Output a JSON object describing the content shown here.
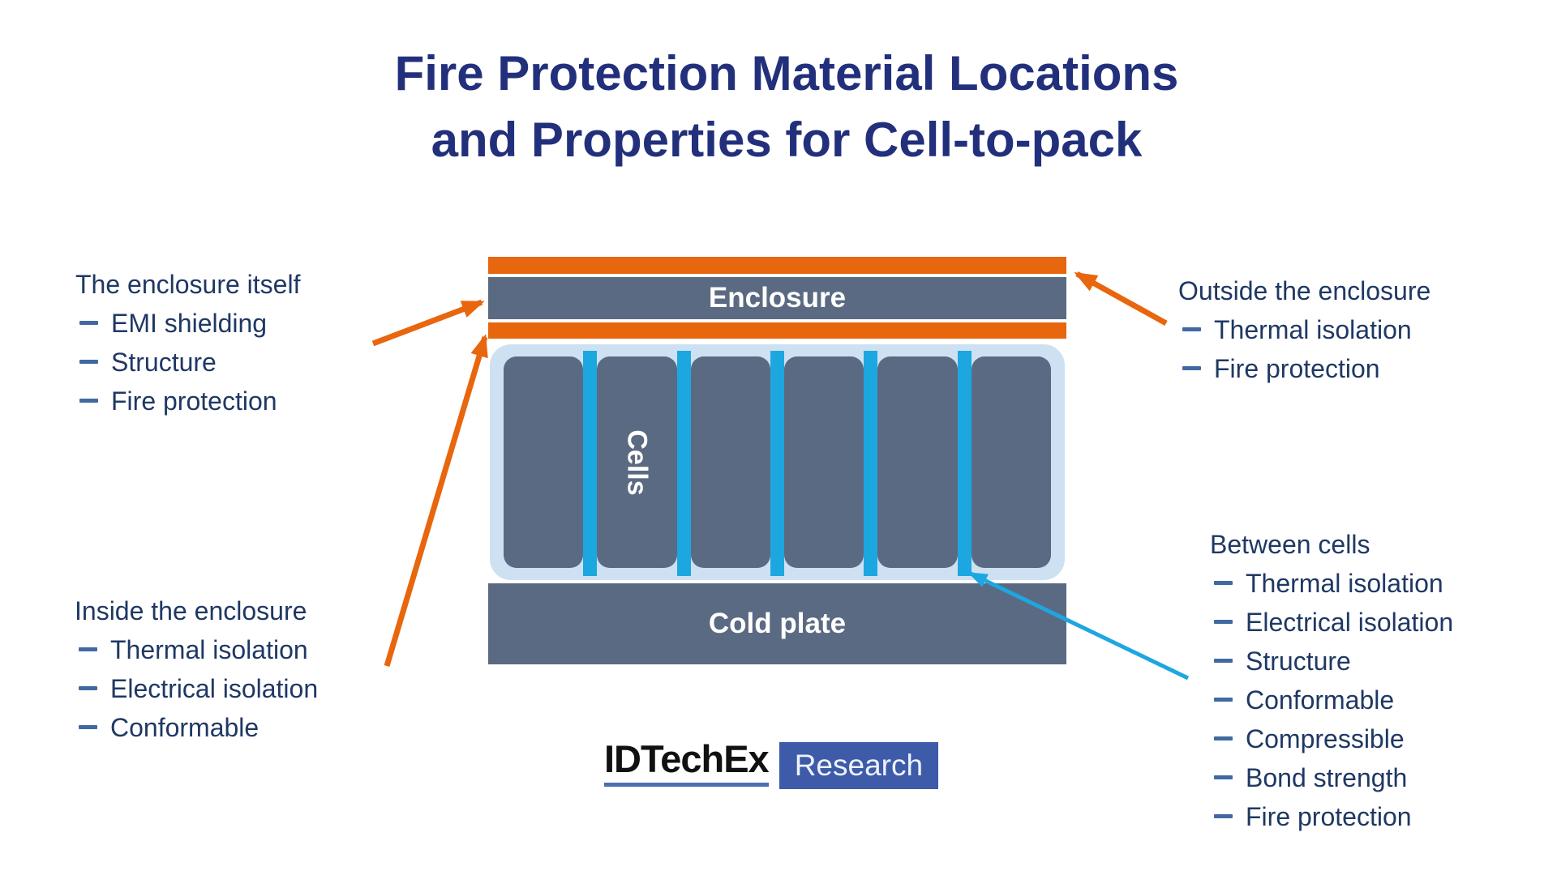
{
  "title": {
    "line1": "Fire Protection Material Locations",
    "line2": "and Properties for Cell-to-pack"
  },
  "diagram": {
    "enclosure_label": "Enclosure",
    "cells_label": "Cells",
    "cold_plate_label": "Cold plate",
    "cell_count": 6,
    "between_cell_strip_count": 5
  },
  "annotations": {
    "enclosure_itself": {
      "heading": "The enclosure itself",
      "items": [
        "EMI shielding",
        "Structure",
        "Fire protection"
      ]
    },
    "outside_enclosure": {
      "heading": "Outside the enclosure",
      "items": [
        "Thermal isolation",
        "Fire protection"
      ]
    },
    "inside_enclosure": {
      "heading": "Inside the enclosure",
      "items": [
        "Thermal isolation",
        "Electrical isolation",
        "Conformable"
      ]
    },
    "between_cells": {
      "heading": "Between cells",
      "items": [
        "Thermal isolation",
        "Electrical isolation",
        "Structure",
        "Conformable",
        "Compressible",
        "Bond strength",
        "Fire protection"
      ]
    }
  },
  "logo": {
    "brand": "IDTechEx",
    "suffix": "Research"
  },
  "colors": {
    "orange": "#e8660d",
    "slate": "#5b6a83",
    "light_blue": "#cde1f2",
    "cyan": "#1da7e0",
    "navy_title": "#22307c",
    "navy_text": "#1f3864",
    "dash": "#4169a0",
    "logo_box": "#3d5ba8",
    "logo_underline": "#4a6fb3"
  }
}
